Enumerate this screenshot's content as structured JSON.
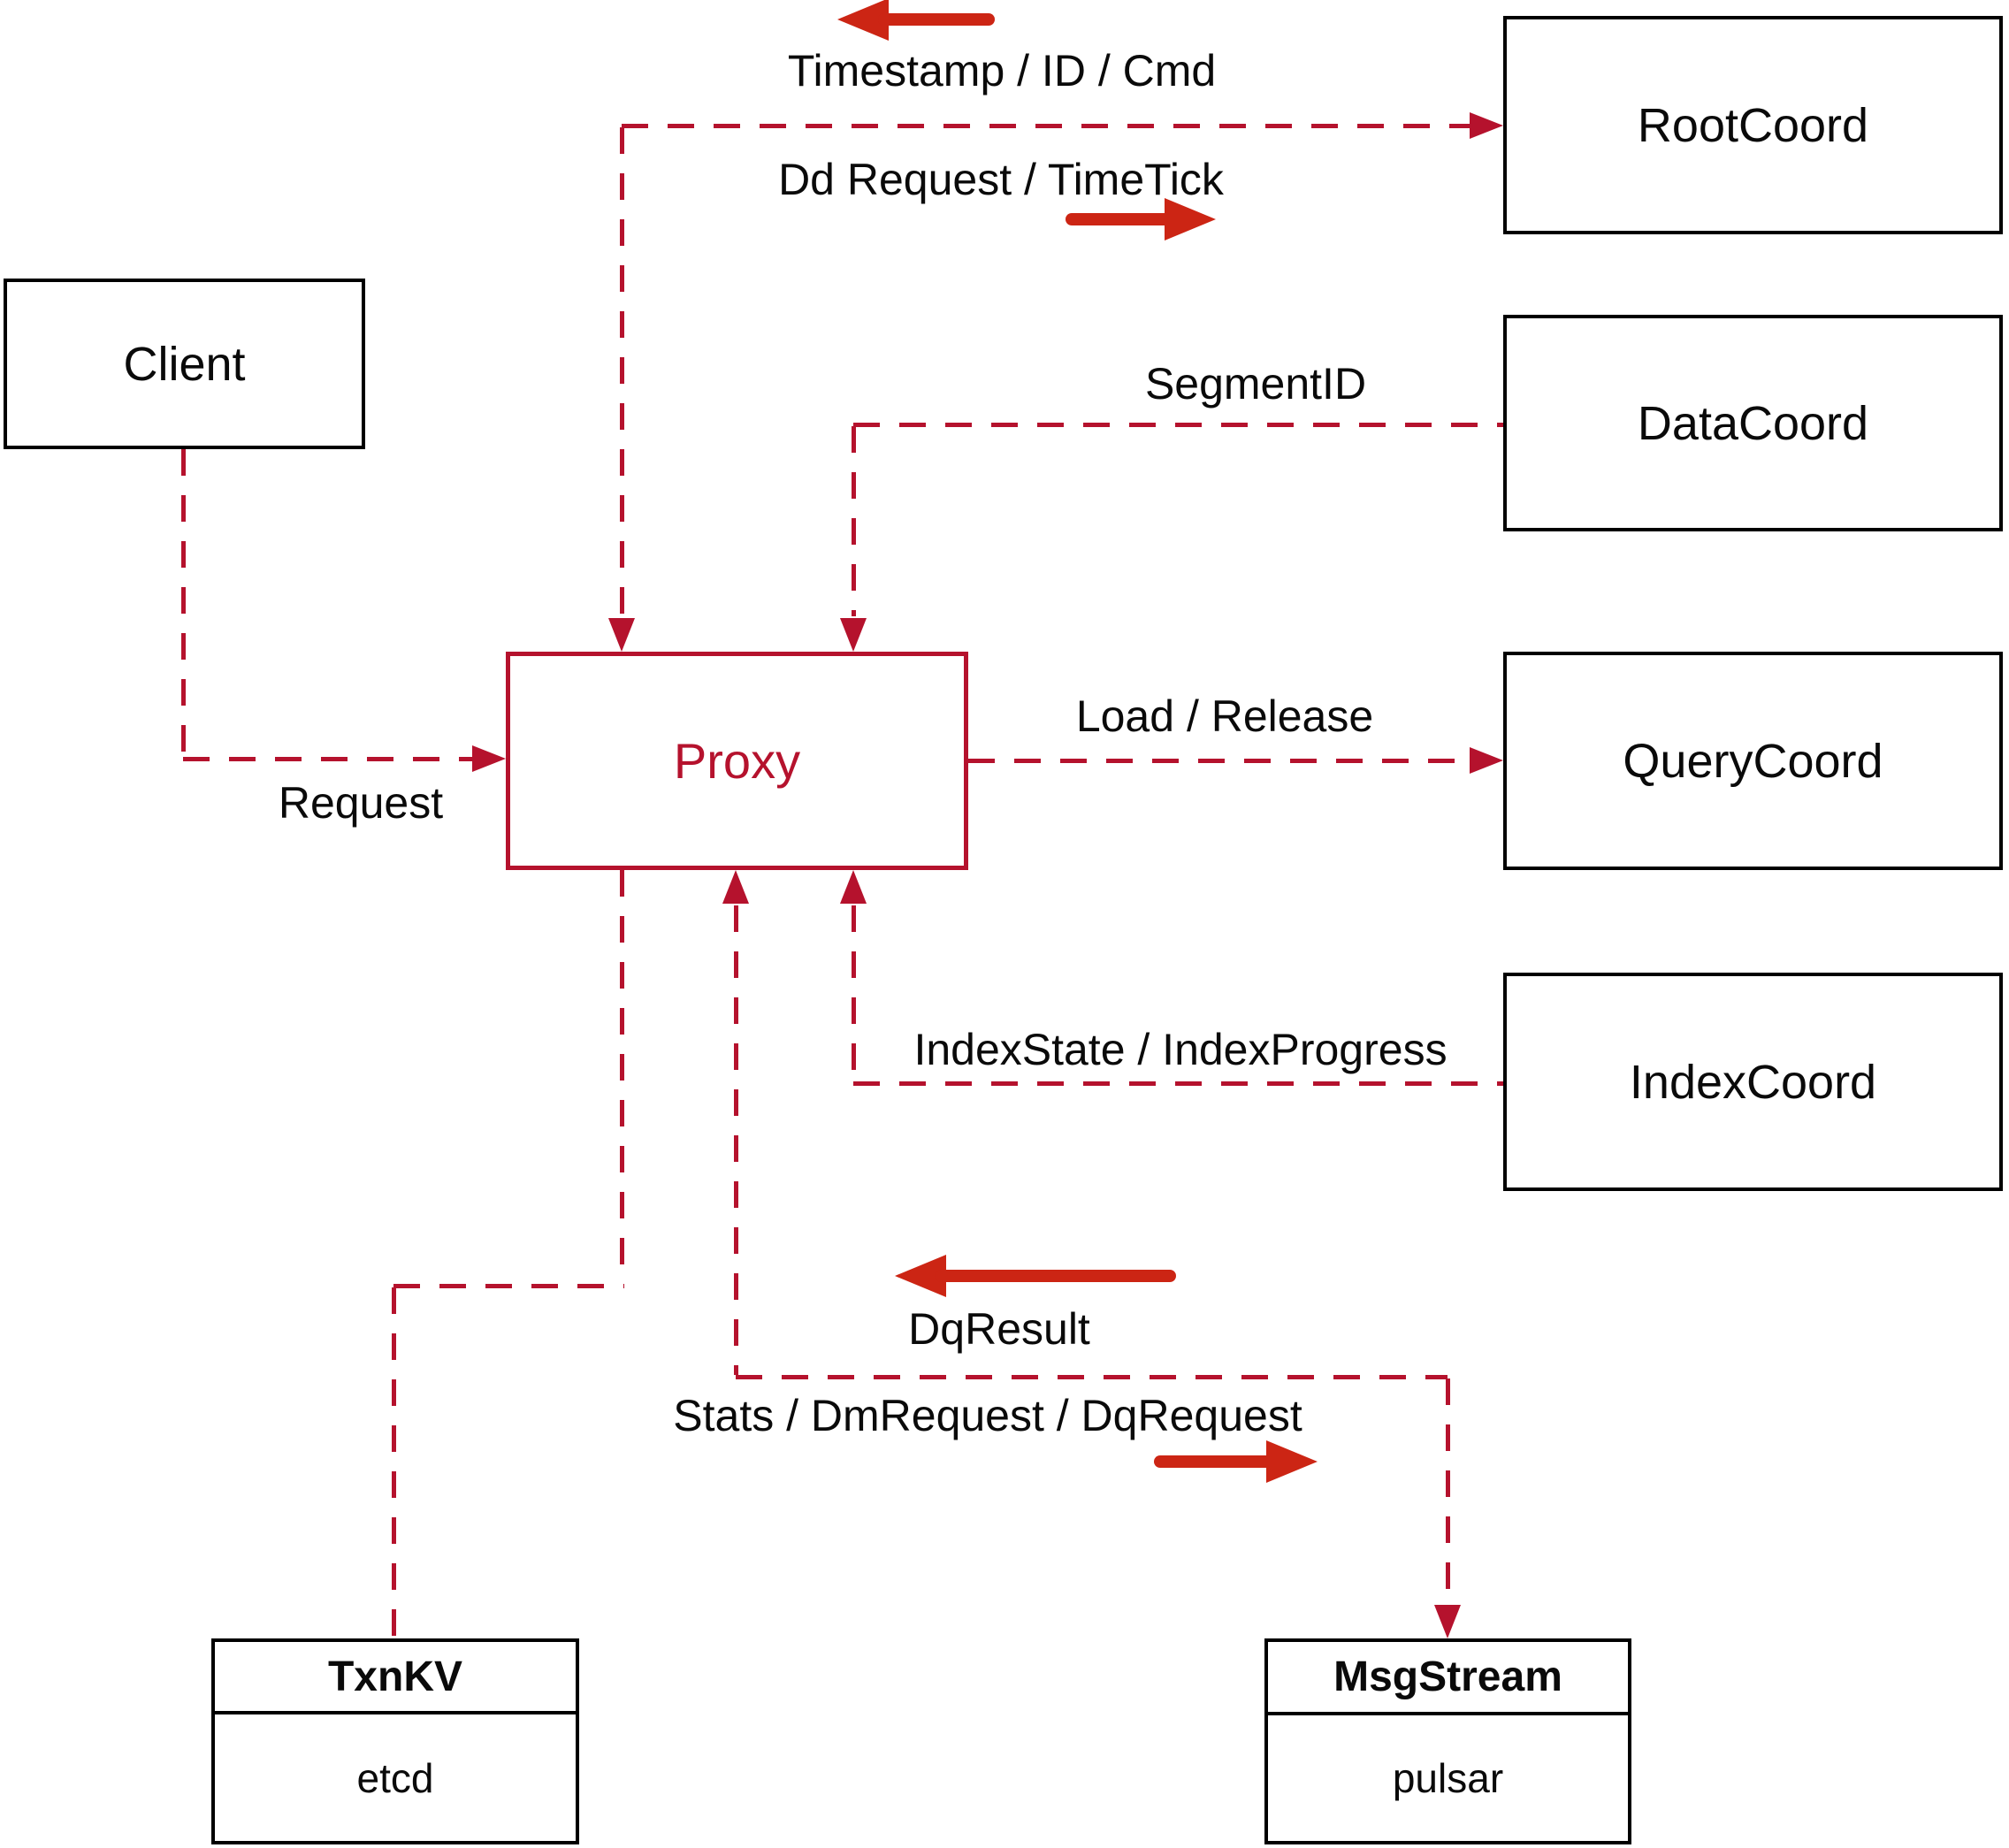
{
  "diagram": {
    "nodes": {
      "client": {
        "label": "Client"
      },
      "root_coord": {
        "label": "RootCoord"
      },
      "data_coord": {
        "label": "DataCoord"
      },
      "query_coord": {
        "label": "QueryCoord"
      },
      "index_coord": {
        "label": "IndexCoord"
      },
      "proxy": {
        "label": "Proxy"
      },
      "txn_kv": {
        "title": "TxnKV",
        "subtitle": "etcd"
      },
      "msg_stream": {
        "title": "MsgStream",
        "subtitle": "pulsar"
      }
    },
    "edge_labels": {
      "timestamp": "Timestamp / ID / Cmd",
      "dd_request": "Dd Request / TimeTick",
      "segment_id": "SegmentID",
      "load_release": "Load / Release",
      "index_state": "IndexState / IndexProgress",
      "dq_result": "DqResult",
      "stats": "Stats / DmRequest / DqRequest",
      "request": "Request"
    },
    "colors": {
      "dashed_line": "#b5122d",
      "solid_arrow": "#cc2514",
      "proxy_accent": "#b5122d",
      "box_border": "#000000",
      "text": "#0a0a0a"
    }
  }
}
